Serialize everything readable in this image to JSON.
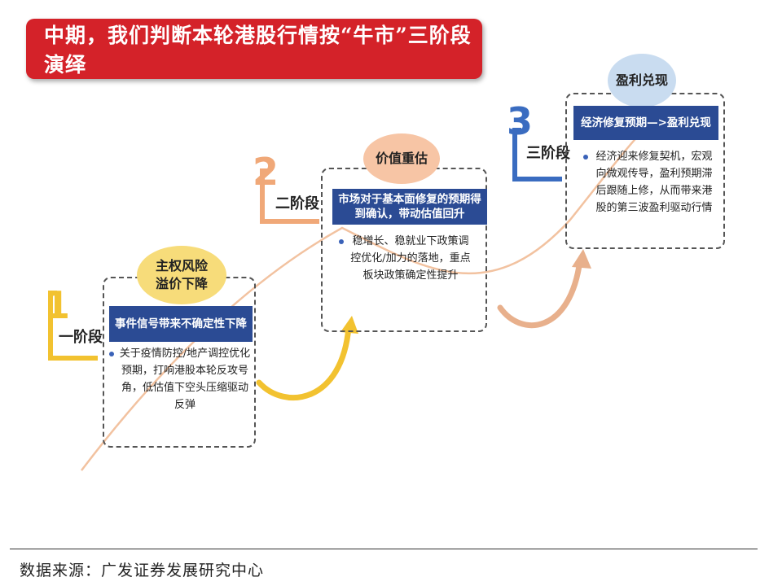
{
  "title": "中期，我们判断本轮港股行情按“牛市”三阶段演绎",
  "stages": [
    {
      "number": "1",
      "label": "一阶段",
      "bubble": "主权风险\n溢价下降",
      "header": "事件信号带来不确定性下降",
      "body": "关于疫情防控/地产调控优化预期，打响港股本轮反攻号角，低估值下空头压缩驱动反弹",
      "colors": {
        "number": "#f2c230",
        "bubble": "#f7dc7a"
      }
    },
    {
      "number": "2",
      "label": "二阶段",
      "bubble": "价值重估",
      "header": "市场对于基本面修复的预期得到确认，带动估值回升",
      "body": "稳增长、稳就业下政策调控优化/加力的落地，重点板块政策确定性提升",
      "colors": {
        "number": "#f0a878",
        "bubble": "#f7c5a5"
      }
    },
    {
      "number": "3",
      "label": "三阶段",
      "bubble": "盈利兑现",
      "header": "经济修复预期—>盈利兑现",
      "body": "经济迎来修复契机，宏观向微观传导，盈利预期滞后跟随上修，从而带来港股的第三波盈利驱动行情",
      "colors": {
        "number": "#3a6cc0",
        "bubble": "#c9dcf0"
      }
    }
  ],
  "source": "数据来源：广发证券发展研究中心",
  "colors": {
    "title_bg": "#d42229",
    "header_bg": "#2b4b94",
    "trend_line": "#f2c2a0"
  }
}
